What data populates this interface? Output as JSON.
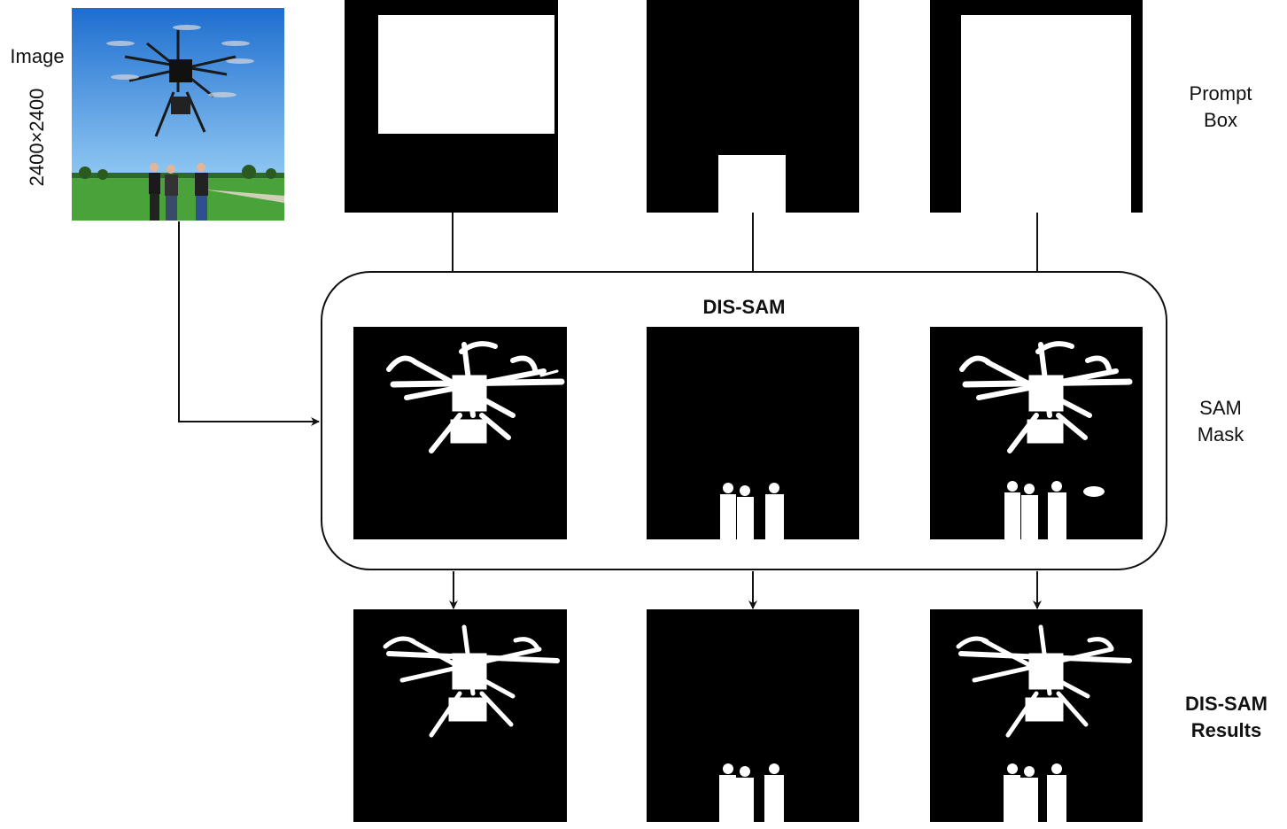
{
  "labels": {
    "image": "Image",
    "image_size": "2400×2400",
    "prompt_box": [
      "Prompt",
      "Box"
    ],
    "sam_mask": [
      "SAM",
      "Mask"
    ],
    "results": [
      "DIS-SAM",
      "Results"
    ],
    "module_title": "DIS-SAM"
  },
  "colors": {
    "line": "#111111",
    "panel": "#000000",
    "mask": "#ffffff",
    "sky": "#2f7fd6",
    "grass": "#3f9a2f"
  },
  "rows": {
    "prompt_boxes": [
      {
        "name": "prompt-box-drone",
        "box_shape": "top region around drone"
      },
      {
        "name": "prompt-box-people",
        "box_shape": "bottom centre region around people"
      },
      {
        "name": "prompt-box-all",
        "box_shape": "full frame"
      }
    ],
    "sam_masks": [
      {
        "name": "sam-mask-drone",
        "content": "drone"
      },
      {
        "name": "sam-mask-people",
        "content": "people"
      },
      {
        "name": "sam-mask-all",
        "content": "drone and people"
      }
    ],
    "results": [
      {
        "name": "result-drone",
        "content": "drone"
      },
      {
        "name": "result-people",
        "content": "people"
      },
      {
        "name": "result-all",
        "content": "drone and people"
      }
    ]
  }
}
